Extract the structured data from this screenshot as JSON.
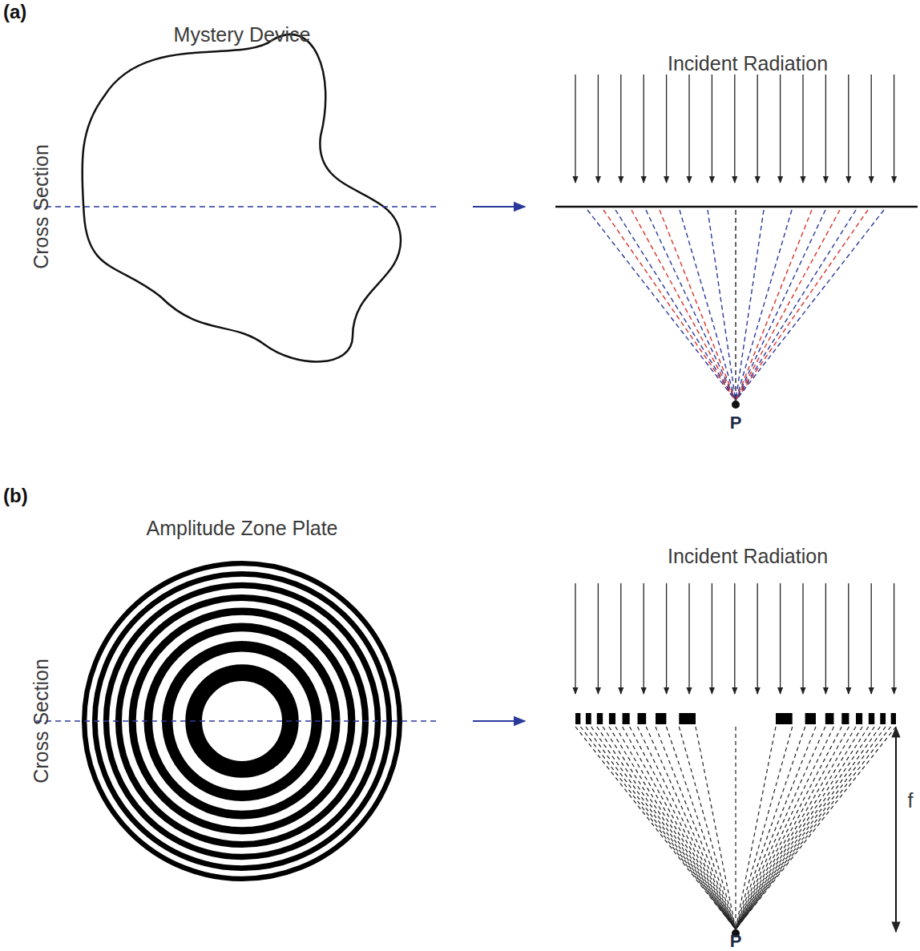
{
  "diagram": {
    "labels": [
      "(a)",
      "Mystery Device",
      "Cross Section",
      "Incident Radiation",
      "P",
      "(b)",
      "Amplitude Zone Plate",
      "Cross Section",
      "Incident Radiation",
      "P",
      "f"
    ]
  }
}
